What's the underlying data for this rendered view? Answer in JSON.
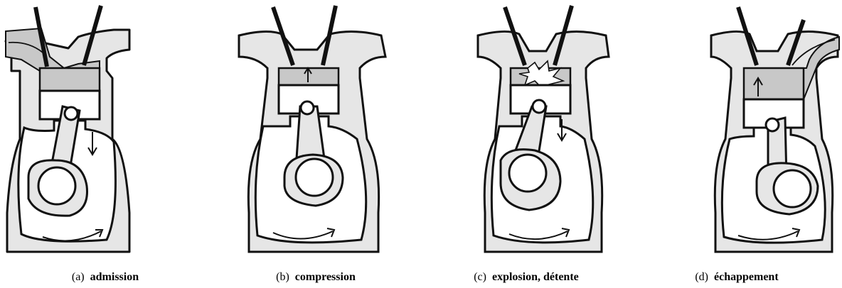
{
  "figure": {
    "panels": [
      {
        "letter": "(a)",
        "name": "admission",
        "stroke": "intake"
      },
      {
        "letter": "(b)",
        "name": "compression",
        "stroke": "compression"
      },
      {
        "letter": "(c)",
        "name": "explosion, détente",
        "stroke": "power"
      },
      {
        "letter": "(d)",
        "name": "échappement",
        "stroke": "exhaust"
      }
    ]
  },
  "colors": {
    "gas": "#c8c8c8",
    "body": "#e6e6e6",
    "line": "#111111",
    "background": "#ffffff"
  }
}
